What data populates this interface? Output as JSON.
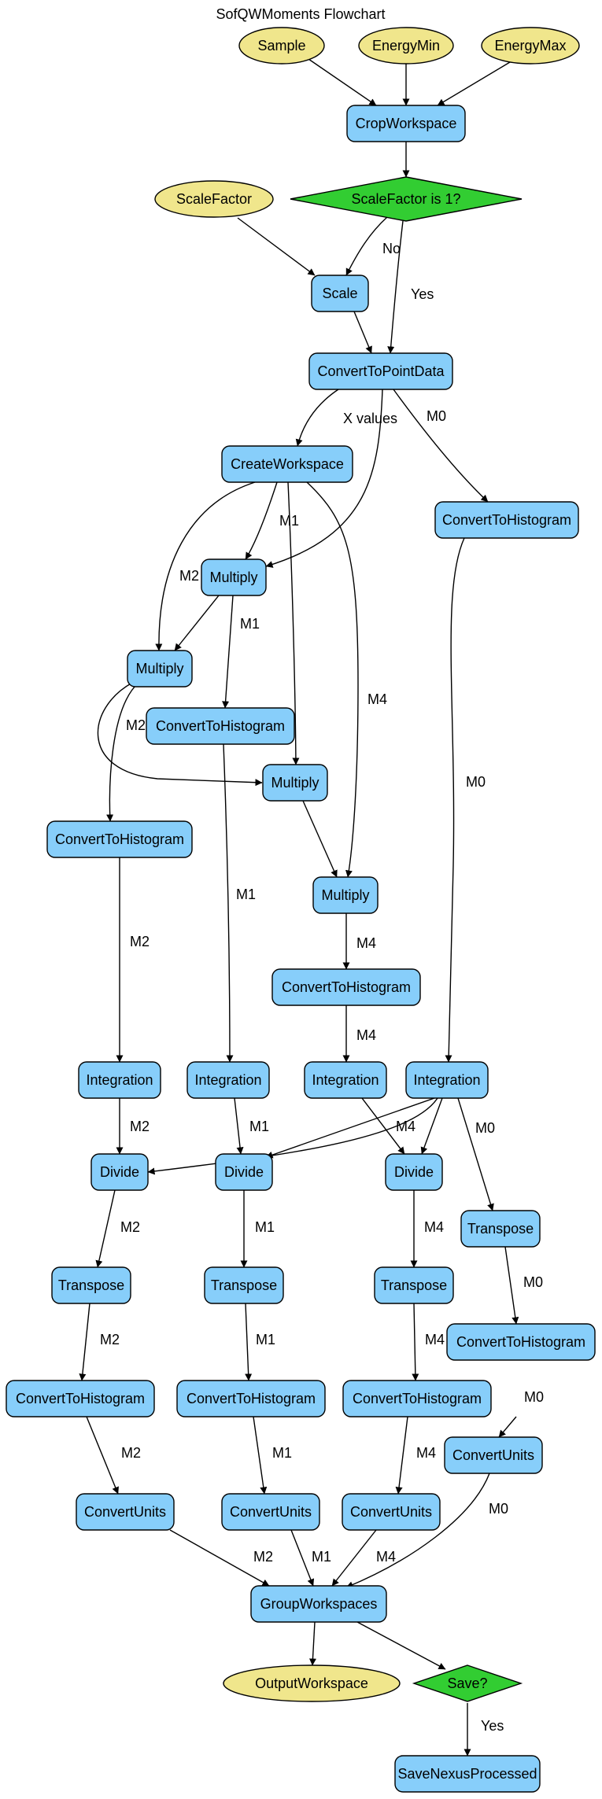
{
  "title": "SofQWMoments Flowchart",
  "colors": {
    "process_fill": "#87cefa",
    "input_output_fill": "#f0e68c",
    "decision_fill": "#32cd32"
  },
  "nodes": {
    "sample": {
      "label": "Sample",
      "shape": "ellipse"
    },
    "energymin": {
      "label": "EnergyMin",
      "shape": "ellipse"
    },
    "energymax": {
      "label": "EnergyMax",
      "shape": "ellipse"
    },
    "cropworkspace": {
      "label": "CropWorkspace",
      "shape": "process"
    },
    "scalefactor": {
      "label": "ScaleFactor",
      "shape": "ellipse"
    },
    "scalefactor_is_1": {
      "label": "ScaleFactor is 1?",
      "shape": "decision"
    },
    "scale": {
      "label": "Scale",
      "shape": "process"
    },
    "converttopointdata": {
      "label": "ConvertToPointData",
      "shape": "process"
    },
    "createworkspace": {
      "label": "CreateWorkspace",
      "shape": "process"
    },
    "converttohistogram_m0a": {
      "label": "ConvertToHistogram",
      "shape": "process"
    },
    "multiply_1": {
      "label": "Multiply",
      "shape": "process"
    },
    "multiply_2": {
      "label": "Multiply",
      "shape": "process"
    },
    "converttohistogram_m1a": {
      "label": "ConvertToHistogram",
      "shape": "process"
    },
    "multiply_3": {
      "label": "Multiply",
      "shape": "process"
    },
    "converttohistogram_m2a": {
      "label": "ConvertToHistogram",
      "shape": "process"
    },
    "multiply_4": {
      "label": "Multiply",
      "shape": "process"
    },
    "converttohistogram_m4a": {
      "label": "ConvertToHistogram",
      "shape": "process"
    },
    "integration_m2": {
      "label": "Integration",
      "shape": "process"
    },
    "integration_m1": {
      "label": "Integration",
      "shape": "process"
    },
    "integration_m4": {
      "label": "Integration",
      "shape": "process"
    },
    "integration_m0": {
      "label": "Integration",
      "shape": "process"
    },
    "divide_m2": {
      "label": "Divide",
      "shape": "process"
    },
    "divide_m1": {
      "label": "Divide",
      "shape": "process"
    },
    "divide_m4": {
      "label": "Divide",
      "shape": "process"
    },
    "transpose_m0": {
      "label": "Transpose",
      "shape": "process"
    },
    "transpose_m2": {
      "label": "Transpose",
      "shape": "process"
    },
    "transpose_m1": {
      "label": "Transpose",
      "shape": "process"
    },
    "transpose_m4": {
      "label": "Transpose",
      "shape": "process"
    },
    "converttohistogram_m0b": {
      "label": "ConvertToHistogram",
      "shape": "process"
    },
    "converttohistogram_m2b": {
      "label": "ConvertToHistogram",
      "shape": "process"
    },
    "converttohistogram_m1b": {
      "label": "ConvertToHistogram",
      "shape": "process"
    },
    "converttohistogram_m4b": {
      "label": "ConvertToHistogram",
      "shape": "process"
    },
    "convertunits_m0": {
      "label": "ConvertUnits",
      "shape": "process"
    },
    "convertunits_m2": {
      "label": "ConvertUnits",
      "shape": "process"
    },
    "convertunits_m1": {
      "label": "ConvertUnits",
      "shape": "process"
    },
    "convertunits_m4": {
      "label": "ConvertUnits",
      "shape": "process"
    },
    "groupworkspaces": {
      "label": "GroupWorkspaces",
      "shape": "process"
    },
    "outputworkspace": {
      "label": "OutputWorkspace",
      "shape": "ellipse"
    },
    "save": {
      "label": "Save?",
      "shape": "decision"
    },
    "savenexusprocessed": {
      "label": "SaveNexusProcessed",
      "shape": "process"
    }
  },
  "edges": [
    {
      "from": "sample",
      "to": "cropworkspace",
      "label": ""
    },
    {
      "from": "energymin",
      "to": "cropworkspace",
      "label": ""
    },
    {
      "from": "energymax",
      "to": "cropworkspace",
      "label": ""
    },
    {
      "from": "cropworkspace",
      "to": "scalefactor_is_1",
      "label": ""
    },
    {
      "from": "scalefactor",
      "to": "scale",
      "label": ""
    },
    {
      "from": "scalefactor_is_1",
      "to": "scale",
      "label": "No"
    },
    {
      "from": "scalefactor_is_1",
      "to": "converttopointdata",
      "label": "Yes"
    },
    {
      "from": "scale",
      "to": "converttopointdata",
      "label": ""
    },
    {
      "from": "converttopointdata",
      "to": "createworkspace",
      "label": "X values"
    },
    {
      "from": "converttopointdata",
      "to": "converttohistogram_m0a",
      "label": "M0"
    },
    {
      "from": "converttopointdata",
      "to": "multiply_1",
      "label": ""
    },
    {
      "from": "createworkspace",
      "to": "multiply_1",
      "label": "M1"
    },
    {
      "from": "createworkspace",
      "to": "multiply_2",
      "label": "M2"
    },
    {
      "from": "createworkspace",
      "to": "multiply_3",
      "label": ""
    },
    {
      "from": "createworkspace",
      "to": "multiply_4",
      "label": "M4"
    },
    {
      "from": "multiply_1",
      "to": "multiply_2",
      "label": ""
    },
    {
      "from": "multiply_1",
      "to": "converttohistogram_m1a",
      "label": "M1"
    },
    {
      "from": "multiply_2",
      "to": "converttohistogram_m2a",
      "label": "M2"
    },
    {
      "from": "multiply_2",
      "to": "multiply_3",
      "label": ""
    },
    {
      "from": "multiply_3",
      "to": "multiply_4",
      "label": ""
    },
    {
      "from": "multiply_4",
      "to": "converttohistogram_m4a",
      "label": "M4"
    },
    {
      "from": "converttohistogram_m0a",
      "to": "integration_m0",
      "label": "M0"
    },
    {
      "from": "converttohistogram_m1a",
      "to": "integration_m1",
      "label": "M1"
    },
    {
      "from": "converttohistogram_m2a",
      "to": "integration_m2",
      "label": "M2"
    },
    {
      "from": "converttohistogram_m4a",
      "to": "integration_m4",
      "label": "M4"
    },
    {
      "from": "integration_m2",
      "to": "divide_m2",
      "label": "M2"
    },
    {
      "from": "integration_m1",
      "to": "divide_m1",
      "label": "M1"
    },
    {
      "from": "integration_m4",
      "to": "divide_m4",
      "label": "M4"
    },
    {
      "from": "integration_m0",
      "to": "divide_m2",
      "label": ""
    },
    {
      "from": "integration_m0",
      "to": "divide_m1",
      "label": ""
    },
    {
      "from": "integration_m0",
      "to": "divide_m4",
      "label": ""
    },
    {
      "from": "integration_m0",
      "to": "transpose_m0",
      "label": "M0"
    },
    {
      "from": "divide_m2",
      "to": "transpose_m2",
      "label": "M2"
    },
    {
      "from": "divide_m1",
      "to": "transpose_m1",
      "label": "M1"
    },
    {
      "from": "divide_m4",
      "to": "transpose_m4",
      "label": "M4"
    },
    {
      "from": "transpose_m0",
      "to": "converttohistogram_m0b",
      "label": "M0"
    },
    {
      "from": "transpose_m2",
      "to": "converttohistogram_m2b",
      "label": "M2"
    },
    {
      "from": "transpose_m1",
      "to": "converttohistogram_m1b",
      "label": "M1"
    },
    {
      "from": "transpose_m4",
      "to": "converttohistogram_m4b",
      "label": "M4"
    },
    {
      "from": "converttohistogram_m0b",
      "to": "convertunits_m0",
      "label": "M0"
    },
    {
      "from": "converttohistogram_m2b",
      "to": "convertunits_m2",
      "label": "M2"
    },
    {
      "from": "converttohistogram_m1b",
      "to": "convertunits_m1",
      "label": "M1"
    },
    {
      "from": "converttohistogram_m4b",
      "to": "convertunits_m4",
      "label": "M4"
    },
    {
      "from": "convertunits_m2",
      "to": "groupworkspaces",
      "label": "M2"
    },
    {
      "from": "convertunits_m1",
      "to": "groupworkspaces",
      "label": "M1"
    },
    {
      "from": "convertunits_m4",
      "to": "groupworkspaces",
      "label": "M4"
    },
    {
      "from": "convertunits_m0",
      "to": "groupworkspaces",
      "label": "M0"
    },
    {
      "from": "groupworkspaces",
      "to": "outputworkspace",
      "label": ""
    },
    {
      "from": "groupworkspaces",
      "to": "save",
      "label": ""
    },
    {
      "from": "save",
      "to": "savenexusprocessed",
      "label": "Yes"
    }
  ]
}
